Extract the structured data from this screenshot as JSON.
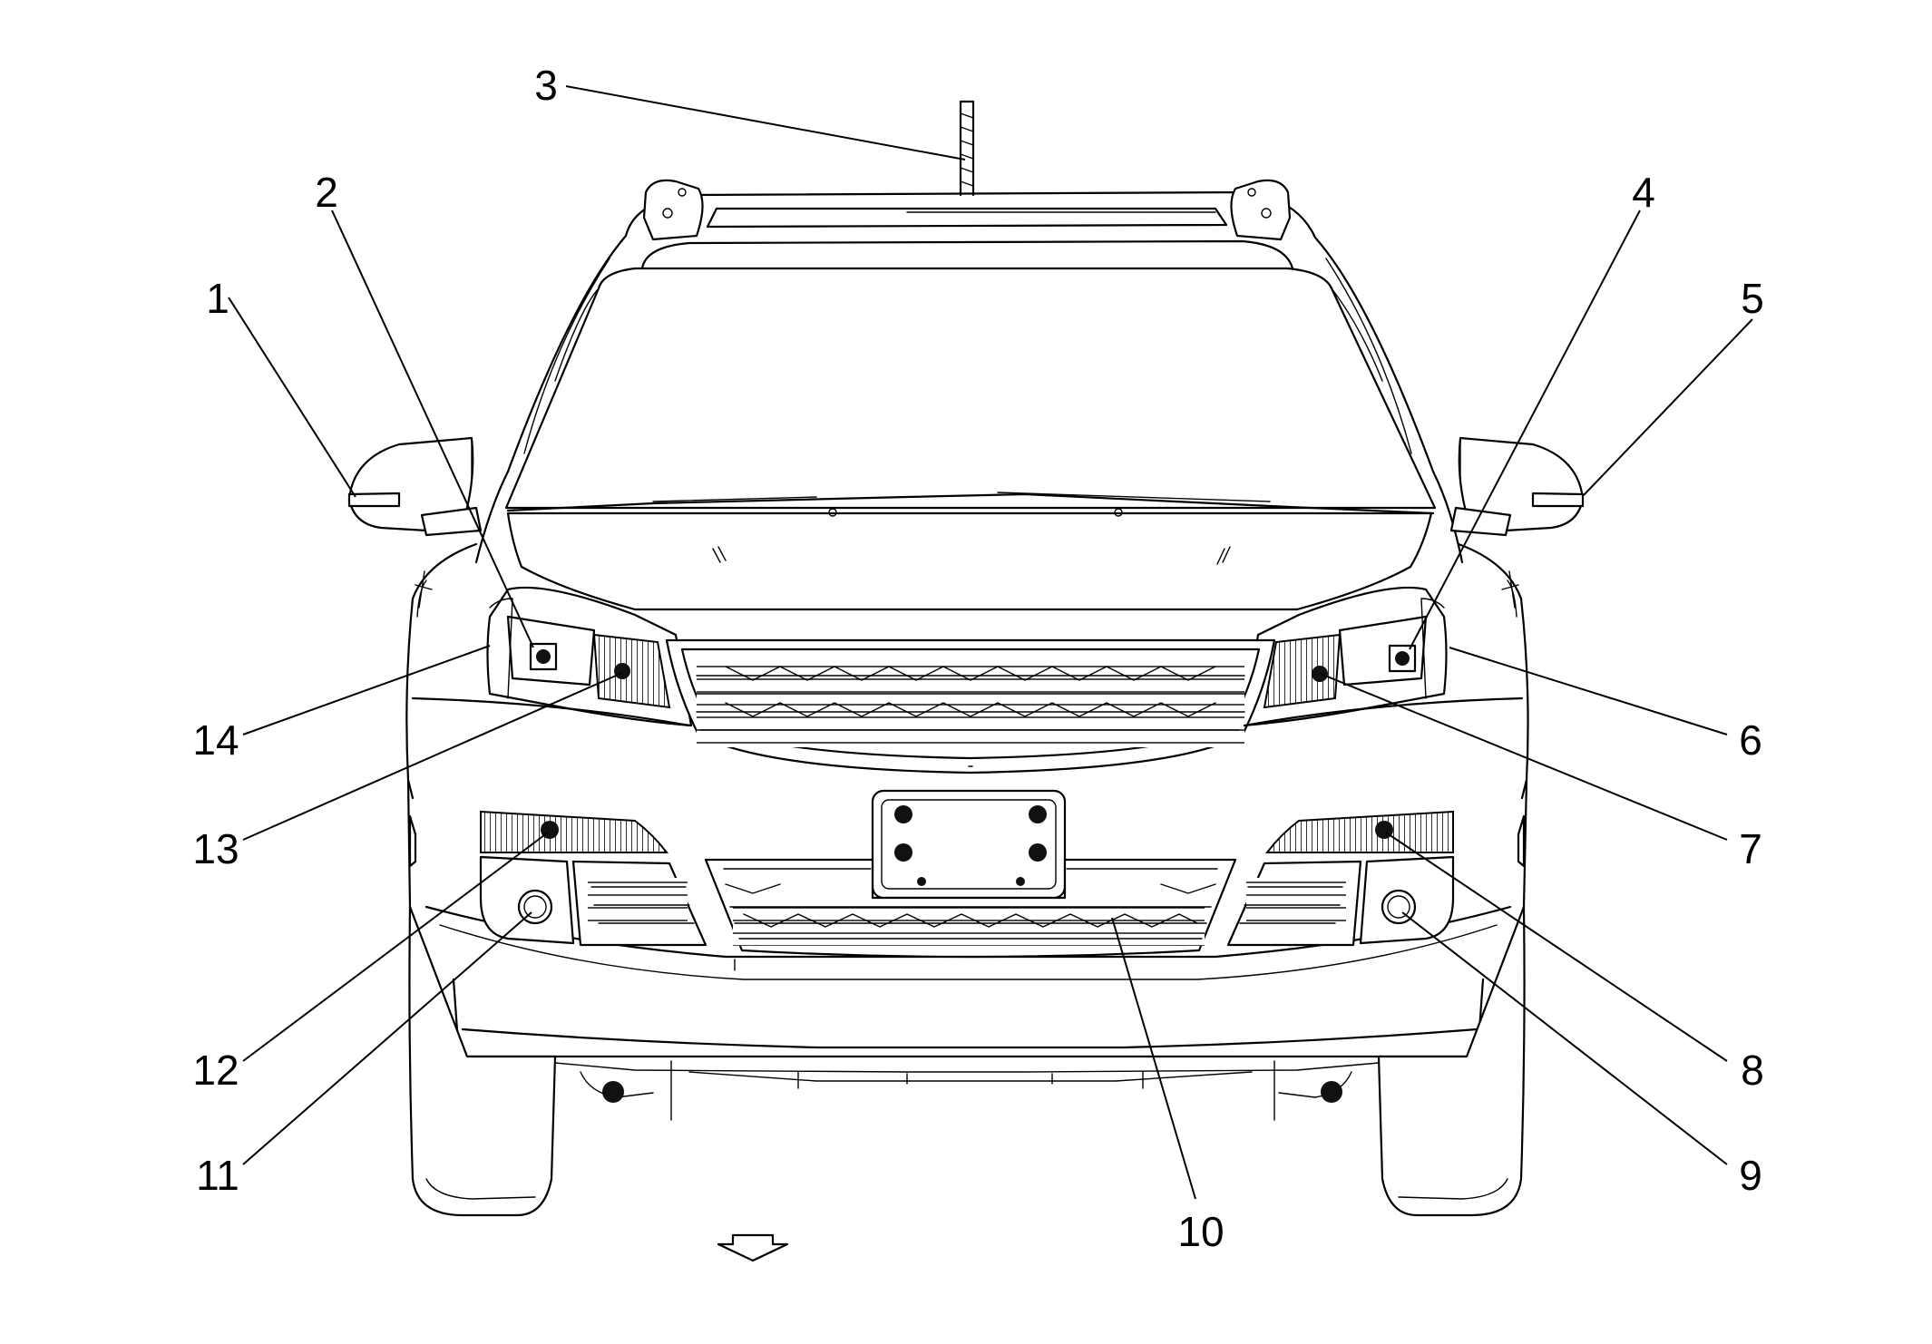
{
  "figure": {
    "callouts": [
      {
        "id": "c1",
        "label": "1"
      },
      {
        "id": "c2",
        "label": "2"
      },
      {
        "id": "c3",
        "label": "3"
      },
      {
        "id": "c4",
        "label": "4"
      },
      {
        "id": "c5",
        "label": "5"
      },
      {
        "id": "c6",
        "label": "6"
      },
      {
        "id": "c7",
        "label": "7"
      },
      {
        "id": "c8",
        "label": "8"
      },
      {
        "id": "c9",
        "label": "9"
      },
      {
        "id": "c10",
        "label": "10"
      },
      {
        "id": "c11",
        "label": "11"
      },
      {
        "id": "c12",
        "label": "12"
      },
      {
        "id": "c13",
        "label": "13"
      },
      {
        "id": "c14",
        "label": "14"
      }
    ],
    "direction_indicator": "down-arrow-icon"
  }
}
